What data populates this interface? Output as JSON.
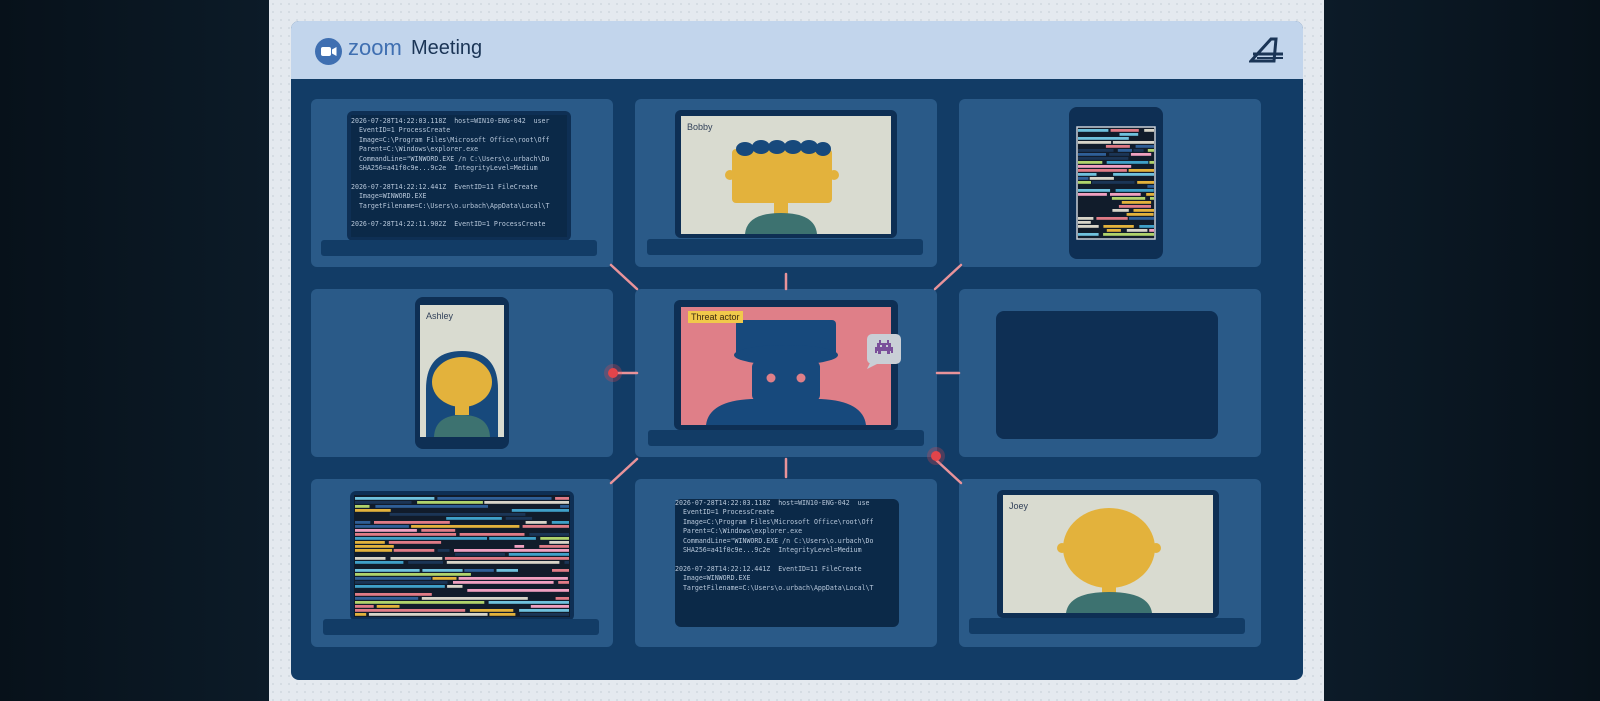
{
  "app": {
    "brand_word": "zoom",
    "title": "Meeting"
  },
  "participants": [
    {
      "name": "Bobby"
    },
    {
      "name": "Ashley"
    },
    {
      "name": "Joey"
    }
  ],
  "threat": {
    "label": "Threat actor"
  },
  "logs": {
    "top_left": "2026-07-28T14:22:03.118Z  host=WIN10-ENG-042  user\n  EventID=1 ProcessCreate\n  Image=C:\\Program Files\\Microsoft Office\\root\\Off\n  Parent=C:\\Windows\\explorer.exe\n  CommandLine=\"WINWORD.EXE /n C:\\Users\\o.urbach\\Do\n  SHA256=a41f0c9e...9c2e  IntegrityLevel=Medium\n\n2026-07-28T14:22:12.441Z  EventID=11 FileCreate\n  Image=WINWORD.EXE\n  TargetFilename=C:\\Users\\o.urbach\\AppData\\Local\\T\n\n2026-07-28T14:22:11.902Z  EventID=1 ProcessCreate",
    "bottom_center": "2026-07-28T14:22:03.118Z  host=WIN10-ENG-042  use\n  EventID=1 ProcessCreate\n  Image=C:\\Program Files\\Microsoft Office\\root\\Off\n  Parent=C:\\Windows\\explorer.exe\n  CommandLine=\"WINWORD.EXE /n C:\\Users\\o.urbach\\Do\n  SHA256=a41f0c9e...9c2e  IntegrityLevel=Medium\n\n2026-07-28T14:22:12.441Z  EventID=11 FileCreate\n  Image=WINWORD.EXE\n  TargetFilename=C:\\Users\\o.urbach\\AppData\\Local\\T"
  },
  "icons": {
    "app_logo": "camera-icon",
    "brand_mark": "logo-a-icon",
    "threat_badge": "space-invader-icon"
  },
  "colors": {
    "window_bg": "#123c66",
    "tile_bg": "#2a5a88",
    "titlebar": "#c2d5ec",
    "threat_screen": "#df7f88",
    "skin": "#e3b23c",
    "alert_red": "#e2444a"
  }
}
